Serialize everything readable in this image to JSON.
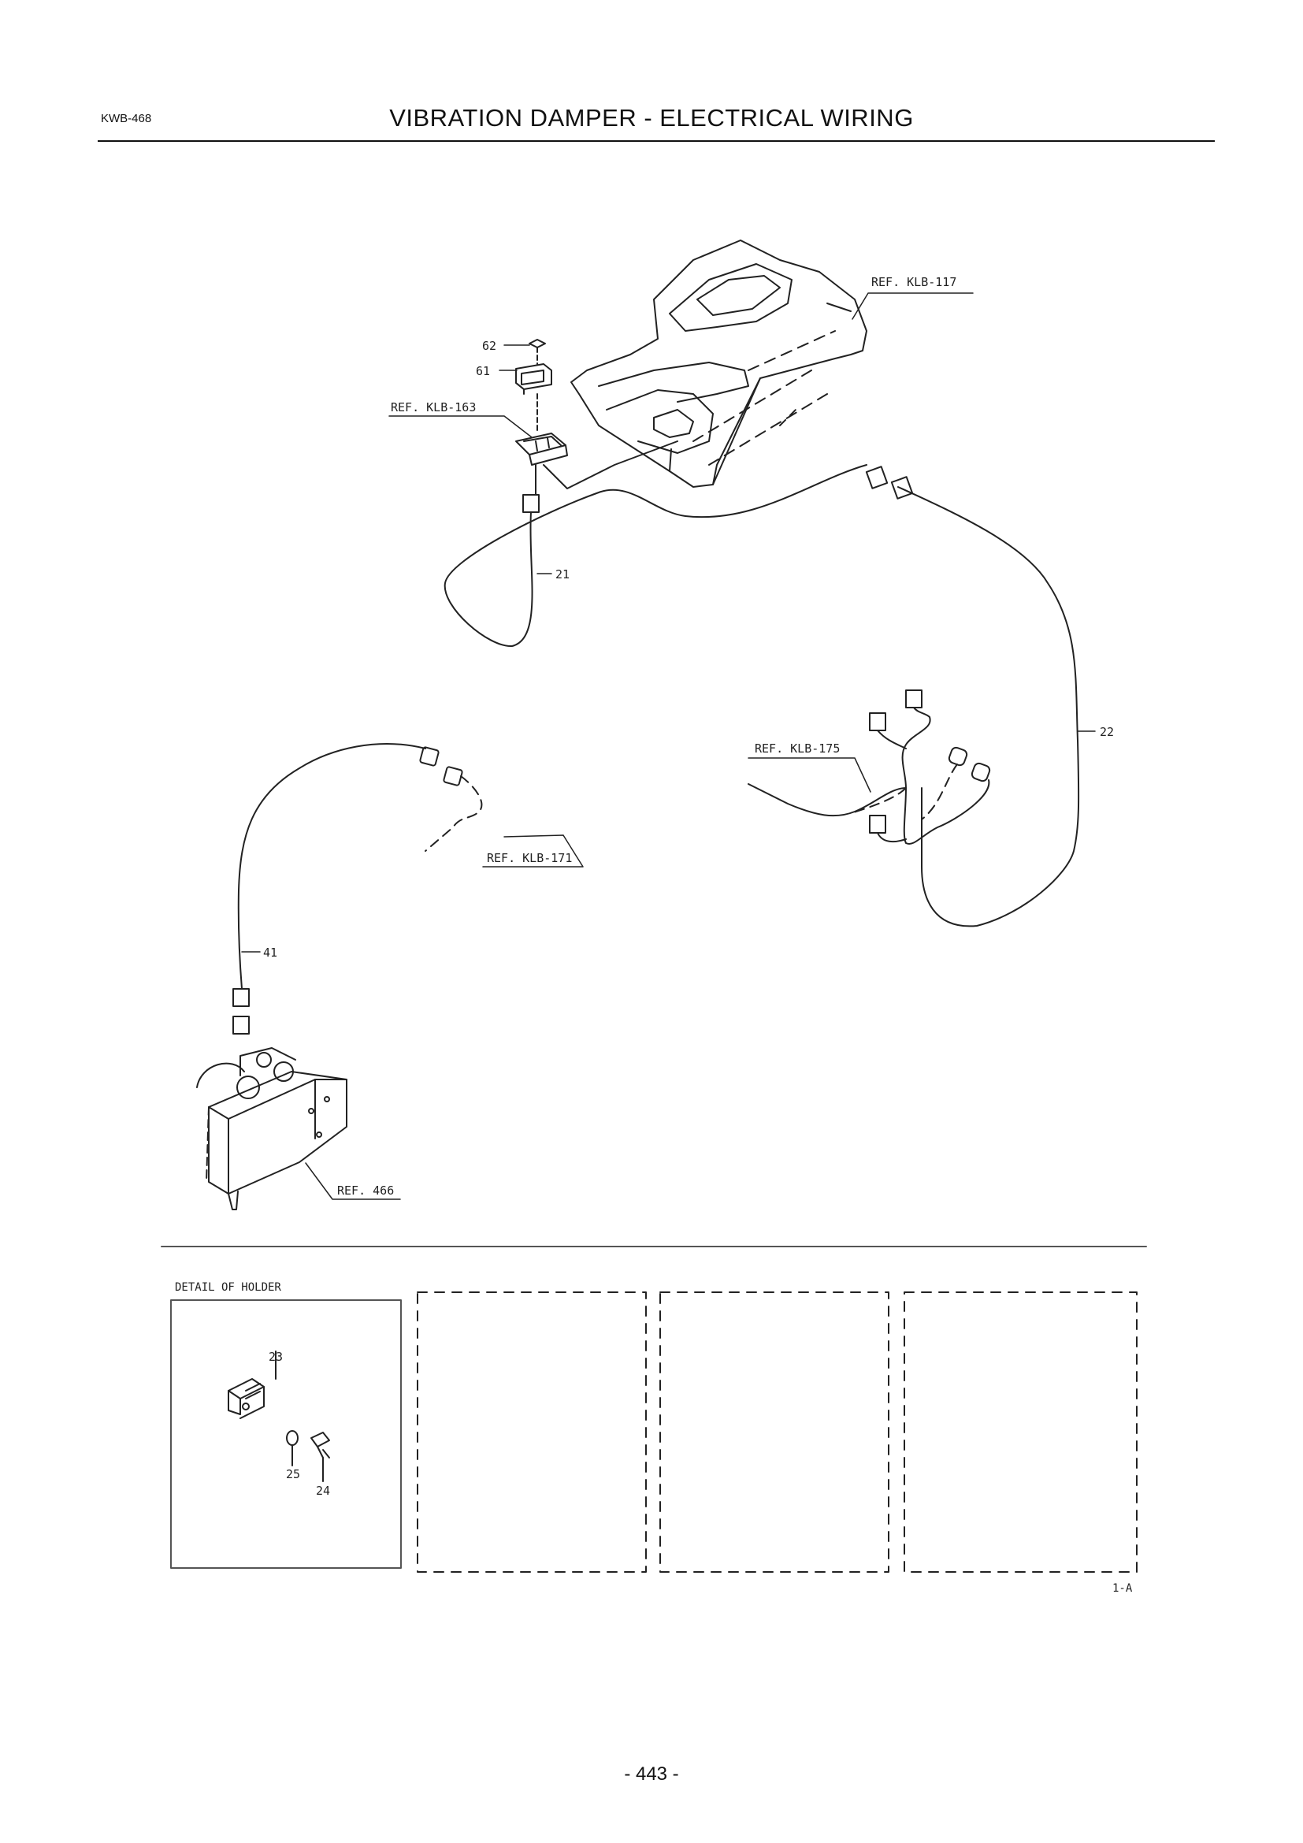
{
  "header": {
    "code": "KWB-468",
    "title": "VIBRATION DAMPER - ELECTRICAL WIRING"
  },
  "callouts": {
    "ref_klb_117": "REF. KLB-117",
    "ref_klb_163": "REF. KLB-163",
    "ref_klb_175": "REF. KLB-175",
    "ref_klb_171": "REF. KLB-171",
    "ref_466": "REF. 466",
    "part_62": "62",
    "part_61": "61",
    "part_21": "21",
    "part_22": "22",
    "part_41": "41"
  },
  "detail": {
    "title": "DETAIL OF HOLDER",
    "part_23": "23",
    "part_25": "25",
    "part_24": "24"
  },
  "revision_mark": "1-A",
  "page_number": "- 443 -"
}
